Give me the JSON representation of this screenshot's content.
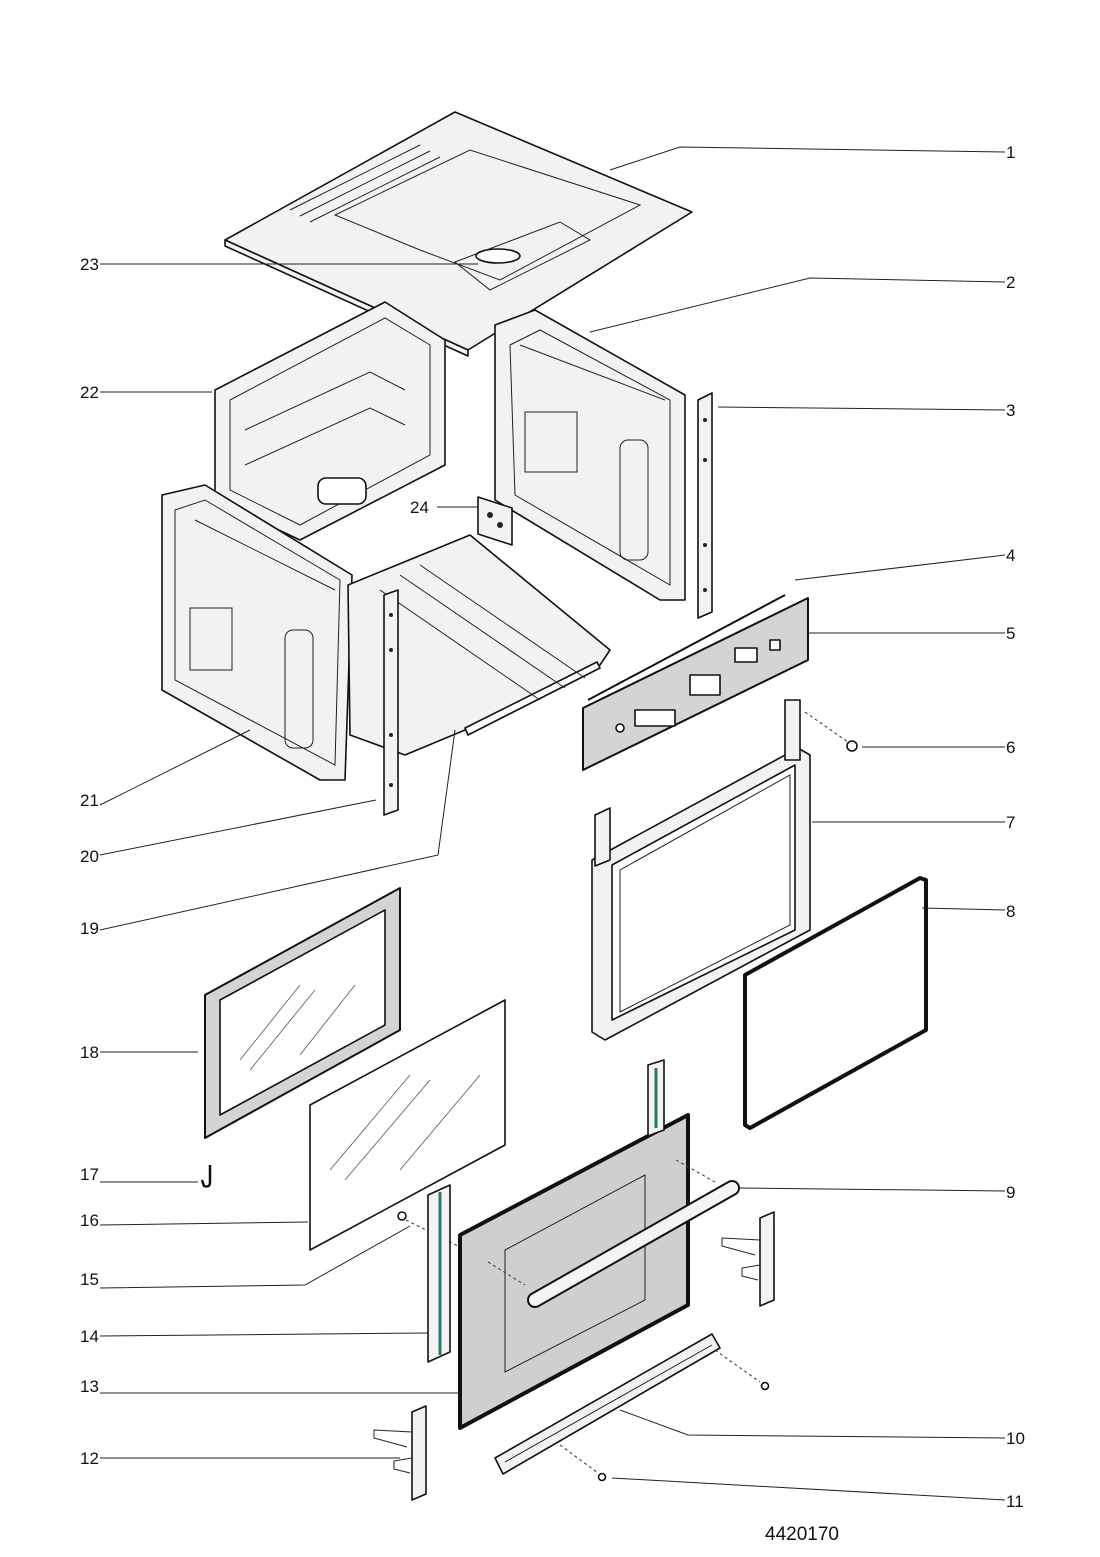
{
  "diagram": {
    "drawing_code": "4420170",
    "callouts": [
      {
        "id": "c1",
        "label": "1"
      },
      {
        "id": "c2",
        "label": "2"
      },
      {
        "id": "c3",
        "label": "3"
      },
      {
        "id": "c4",
        "label": "4"
      },
      {
        "id": "c5",
        "label": "5"
      },
      {
        "id": "c6",
        "label": "6"
      },
      {
        "id": "c7",
        "label": "7"
      },
      {
        "id": "c8",
        "label": "8"
      },
      {
        "id": "c9",
        "label": "9"
      },
      {
        "id": "c10",
        "label": "10"
      },
      {
        "id": "c11",
        "label": "11"
      },
      {
        "id": "c12",
        "label": "12"
      },
      {
        "id": "c13",
        "label": "13"
      },
      {
        "id": "c14",
        "label": "14"
      },
      {
        "id": "c15",
        "label": "15"
      },
      {
        "id": "c16",
        "label": "16"
      },
      {
        "id": "c17",
        "label": "17"
      },
      {
        "id": "c18",
        "label": "18"
      },
      {
        "id": "c19",
        "label": "19"
      },
      {
        "id": "c20",
        "label": "20"
      },
      {
        "id": "c21",
        "label": "21"
      },
      {
        "id": "c22",
        "label": "22"
      },
      {
        "id": "c23",
        "label": "23"
      },
      {
        "id": "c24",
        "label": "24"
      }
    ]
  }
}
